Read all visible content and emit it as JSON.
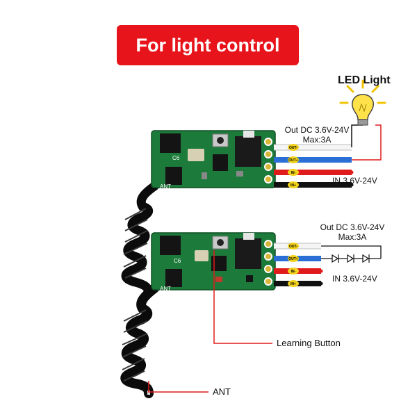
{
  "banner": {
    "title": "For light control"
  },
  "top_module": {
    "led_label": "LED Light",
    "out_line1": "Out DC 3.6V-24V",
    "out_line2": "Max:3A",
    "in_label": "IN 3.6V-24V",
    "ant_silk": "ANT",
    "c_silk": "C6",
    "pins": [
      "OUT-",
      "OUT+",
      "IN-",
      "IN+"
    ]
  },
  "bottom_module": {
    "out_line1": "Out DC 3.6V-24V",
    "out_line2": "Max:3A",
    "in_label": "IN 3.6V-24V",
    "ant_silk": "ANT",
    "c_silk": "C6",
    "pins": [
      "OUT-",
      "OUT+",
      "IN-",
      "IN+"
    ]
  },
  "callouts": {
    "learning_button": "Learning Button",
    "antenna": "ANT"
  },
  "colors": {
    "banner": "#e8141b",
    "pcb": "#1c7a3a",
    "wire_white": "#f2f2f2",
    "wire_blue": "#2a6fd6",
    "wire_red": "#e01b1b",
    "wire_black": "#111111",
    "callout_line": "#e01b1b",
    "pin_yellow": "#f2d21b"
  },
  "icons": [
    "light-bulb-icon",
    "led-diode-icon"
  ]
}
